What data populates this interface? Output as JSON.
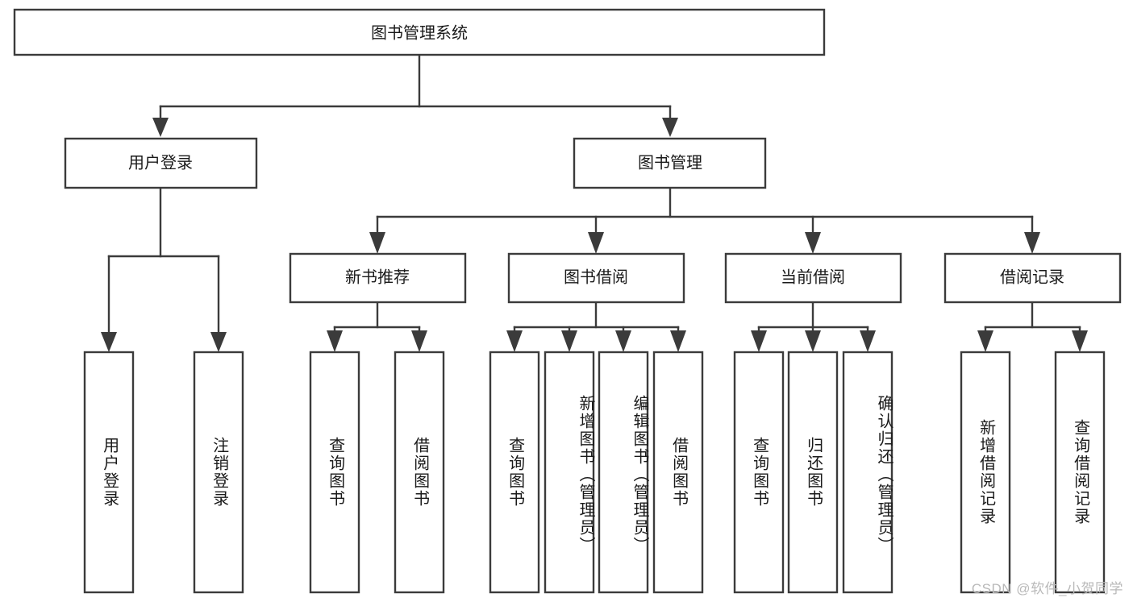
{
  "diagram": {
    "title": "图书管理系统",
    "type": "tree-hierarchy-diagram",
    "watermark": "CSDN @软件_小贺同学",
    "colors": {
      "stroke": "#3b3b3b",
      "fill": "#ffffff",
      "text": "#1a1a1a",
      "watermark": "#b9b9b9"
    },
    "levels": {
      "root": {
        "label": "图书管理系统"
      },
      "level2": [
        {
          "id": "user-login",
          "label": "用户登录"
        },
        {
          "id": "book-management",
          "label": "图书管理"
        }
      ],
      "level3": [
        {
          "id": "new-book-recommend",
          "label": "新书推荐",
          "parent": "book-management"
        },
        {
          "id": "book-borrow",
          "label": "图书借阅",
          "parent": "book-management"
        },
        {
          "id": "current-borrow",
          "label": "当前借阅",
          "parent": "book-management"
        },
        {
          "id": "borrow-record",
          "label": "借阅记录",
          "parent": "book-management"
        }
      ],
      "leaves": [
        {
          "id": "leaf-user-login",
          "label": "用户登录",
          "parent": "user-login"
        },
        {
          "id": "leaf-logout-login",
          "label": "注销登录",
          "parent": "user-login"
        },
        {
          "id": "leaf-query-book-1",
          "label": "查询图书",
          "parent": "new-book-recommend"
        },
        {
          "id": "leaf-borrow-book-1",
          "label": "借阅图书",
          "parent": "new-book-recommend"
        },
        {
          "id": "leaf-query-book-2",
          "label": "查询图书",
          "parent": "book-borrow"
        },
        {
          "id": "leaf-add-book",
          "label": "新增图书（管理员）",
          "parent": "book-borrow"
        },
        {
          "id": "leaf-edit-book",
          "label": "编辑图书（管理员）",
          "parent": "book-borrow"
        },
        {
          "id": "leaf-borrow-book-2",
          "label": "借阅图书",
          "parent": "book-borrow"
        },
        {
          "id": "leaf-query-book-3",
          "label": "查询图书",
          "parent": "current-borrow"
        },
        {
          "id": "leaf-return-book",
          "label": "归还图书",
          "parent": "current-borrow"
        },
        {
          "id": "leaf-confirm-return",
          "label": "确认归还（管理员）",
          "parent": "current-borrow"
        },
        {
          "id": "leaf-add-record",
          "label": "新增借阅记录",
          "parent": "borrow-record"
        },
        {
          "id": "leaf-query-record",
          "label": "查询借阅记录",
          "parent": "borrow-record"
        }
      ]
    }
  }
}
